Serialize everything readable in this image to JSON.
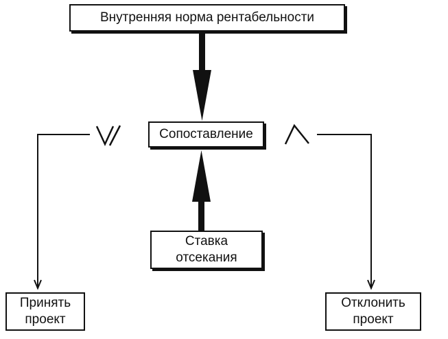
{
  "nodes": {
    "irr": "Внутренняя норма рентабельности",
    "compare": "Сопоставление",
    "cutoff": "Ставка\nотсекания",
    "accept": "Принять\nпроект",
    "reject": "Отклонить\nпроект"
  },
  "conditions": {
    "left": "≥",
    "right": "<"
  }
}
